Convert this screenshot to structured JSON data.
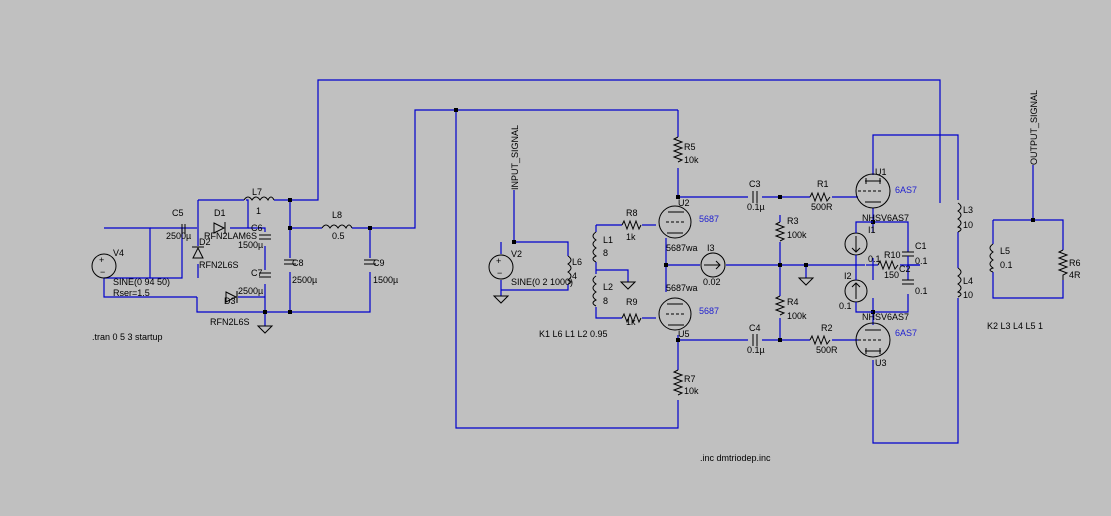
{
  "colors": {
    "background": "#c0c0c0",
    "wire": "#0000cc",
    "component": "#000000",
    "model_label": "#2020d0"
  },
  "directives": {
    "tran": ".tran 0 5 3 startup",
    "inc": ".inc dmtriodep.inc",
    "k_input": "K1 L6 L1 L2 0.95",
    "k_output": "K2 L3 L4 L5 1"
  },
  "nets": {
    "input": "INPUT_SIGNAL",
    "output": "OUTPUT_SIGNAL"
  },
  "sources": {
    "v4": {
      "name": "V4",
      "line1": "SINE(0 94 50)",
      "line2": "Rser=1.5"
    },
    "v2": {
      "name": "V2",
      "value": "SINE(0 2 1000)"
    },
    "i1": {
      "name": "I1",
      "value": "0.1"
    },
    "i2": {
      "name": "I2",
      "value": "0.1"
    },
    "i3": {
      "name": "I3",
      "value": "0.02"
    }
  },
  "diodes": {
    "d1": {
      "name": "D1",
      "model": "RFN2LAM6S"
    },
    "d2": {
      "name": "D2",
      "model": "RFN2L6S"
    },
    "d3": {
      "name": "D3",
      "model": "RFN2L6S"
    }
  },
  "capacitors": {
    "c5": {
      "name": "C5",
      "value": "2500µ"
    },
    "c6": {
      "name": "C6",
      "value": "1500µ"
    },
    "c7": {
      "name": "C7",
      "value": "2500µ"
    },
    "c8": {
      "name": "C8",
      "value": "2500µ"
    },
    "c9": {
      "name": "C9",
      "value": "1500µ"
    },
    "c3": {
      "name": "C3",
      "value": "0.1µ"
    },
    "c4": {
      "name": "C4",
      "value": "0.1µ"
    },
    "c1": {
      "name": "C1",
      "value": "0.1"
    },
    "c2": {
      "name": "C2",
      "value": "0.1"
    }
  },
  "inductors": {
    "l7": {
      "name": "L7",
      "value": "1"
    },
    "l8": {
      "name": "L8",
      "value": "0.5"
    },
    "l1": {
      "name": "L1",
      "value": "8"
    },
    "l2": {
      "name": "L2",
      "value": "8"
    },
    "l6": {
      "name": "L6",
      "value": "4"
    },
    "l3": {
      "name": "L3",
      "value": "10"
    },
    "l4": {
      "name": "L4",
      "value": "10"
    },
    "l5": {
      "name": "L5",
      "value": "0.1"
    }
  },
  "resistors": {
    "r5": {
      "name": "R5",
      "value": "10k"
    },
    "r7": {
      "name": "R7",
      "value": "10k"
    },
    "r8": {
      "name": "R8",
      "value": "1k"
    },
    "r9": {
      "name": "R9",
      "value": "1k"
    },
    "r3": {
      "name": "R3",
      "value": "100k"
    },
    "r4": {
      "name": "R4",
      "value": "100k"
    },
    "r1": {
      "name": "R1",
      "value": "500R"
    },
    "r2": {
      "name": "R2",
      "value": "500R"
    },
    "r10": {
      "name": "R10",
      "value": "150"
    },
    "r6": {
      "name": "R6",
      "value": "4R"
    }
  },
  "tubes": {
    "u2": {
      "name": "U2",
      "model": "5687",
      "value": "5687wa"
    },
    "u5": {
      "name": "U5",
      "model": "5687",
      "value": "5687wa"
    },
    "u1": {
      "name": "U1",
      "model": "6AS7",
      "value": "NHSV6AS7"
    },
    "u3": {
      "name": "U3",
      "model": "6AS7",
      "value": "NHSV6AS7"
    }
  }
}
